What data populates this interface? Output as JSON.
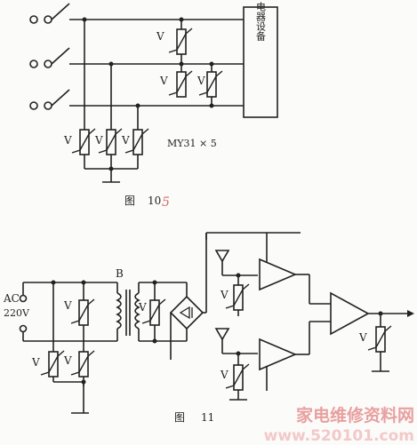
{
  "figure10": {
    "device_label": "电器设备",
    "varistor_label": "V",
    "model": "MY31 × 5",
    "caption_prefix": "图",
    "caption_number": "10",
    "handwritten_mark": "5"
  },
  "figure11": {
    "ac_label": "AC",
    "voltage_label": "220V",
    "transformer_label": "B",
    "varistor_label": "V",
    "caption_prefix": "图",
    "caption_number": "11"
  },
  "watermark": {
    "line1": "家电维修资料网",
    "line2": "www.520101.com",
    "line1_color": "#e8a0a0",
    "line2_color": "#f2c9c9"
  },
  "colors": {
    "ink": "#222222",
    "handwritten": "#d36a6a"
  }
}
